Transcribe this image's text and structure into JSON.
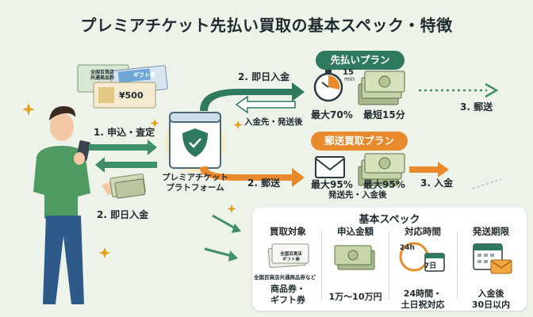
{
  "title": "プレミアチケット先払い買取の基本スペック・特徴",
  "flow": {
    "apply": "1. 申込・査定",
    "instant_pay_left": "2. 即日入金",
    "instant_pay_top": "2. 即日入金",
    "account_send": "入金先・発送後",
    "ship_mid": "2. 郵送",
    "ship_right": "3. 郵送",
    "deposit": "3. 入金"
  },
  "platform": {
    "line1": "プレミアチケット",
    "line2": "プラトフォーム"
  },
  "prepay_plan": {
    "label": "先払いプラン",
    "stat1": "最大70%",
    "stat2": "最短15分",
    "timer_num": "15",
    "timer_unit": "min"
  },
  "mail_plan": {
    "label": "郵送買取プラン",
    "stat1": "最大95%",
    "stat2": "最大95%",
    "note": "発送先・入金後"
  },
  "spec": {
    "title": "基本スペック",
    "columns": [
      {
        "header": "買取対象",
        "caption": "全国百貨店共通商品券など",
        "value_line1": "商品券・",
        "value_line2": "ギフト券"
      },
      {
        "header": "申込金額",
        "value_line1": "1万〜10万円"
      },
      {
        "header": "対応時間",
        "value_line1": "24時間・",
        "value_line2": "土日祝対応",
        "clock_text": "24h",
        "cal_text": "7日"
      },
      {
        "header": "発送期限",
        "value_line1": "入金後",
        "value_line2": "30日以内"
      }
    ]
  },
  "tickets": {
    "ticket1_line1": "全国百貨店",
    "ticket1_line2": "共通商品券",
    "ticket2": "ギフト券",
    "ticket3": "¥500",
    "spec_ticket_line1": "全国百貨店",
    "spec_ticket_line2": "ギフト券"
  },
  "colors": {
    "green": "#2f7a5f",
    "orange": "#e88a2c",
    "bg": "#eef3ea"
  }
}
